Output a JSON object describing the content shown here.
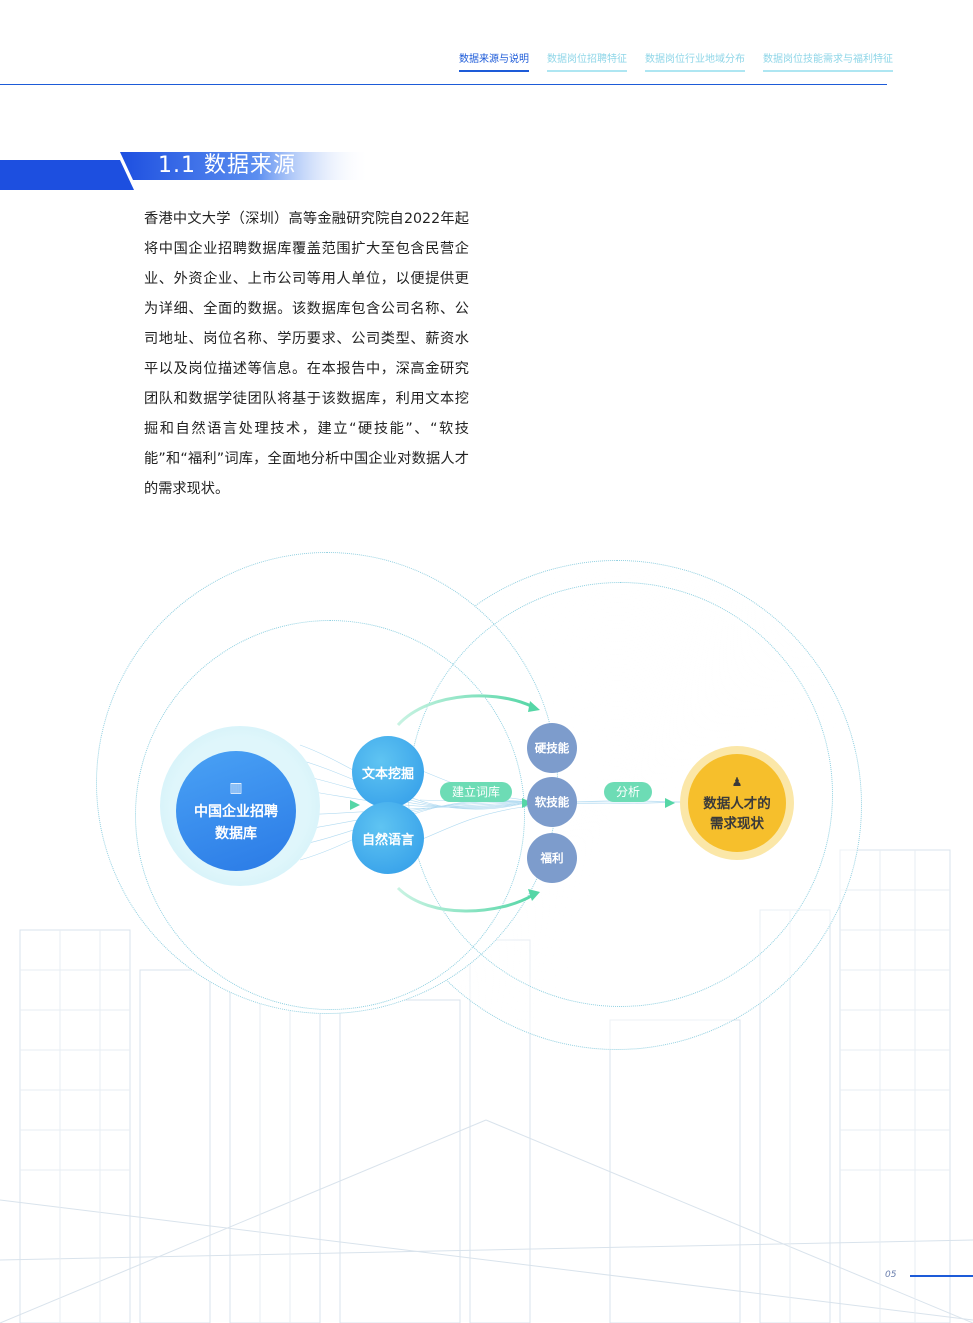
{
  "nav": {
    "tabs": [
      {
        "label": "数据来源与说明",
        "active": true
      },
      {
        "label": "数据岗位招聘特征",
        "active": false
      },
      {
        "label": "数据岗位行业地域分布",
        "active": false
      },
      {
        "label": "数据岗位技能需求与福利特征",
        "active": false
      }
    ]
  },
  "section": {
    "title": "1.1 数据来源"
  },
  "body": {
    "paragraph": "香港中文大学（深圳）高等金融研究院自2022年起将中国企业招聘数据库覆盖范围扩大至包含民营企业、外资企业、上市公司等用人单位，以便提供更为详细、全面的数据。该数据库包含公司名称、公司地址、岗位名称、学历要求、公司类型、薪资水平以及岗位描述等信息。在本报告中，深高金研究团队和数据学徒团队将基于该数据库，利用文本挖掘和自然语言处理技术，建立“硬技能”、“软技能”和“福利”词库，全面地分析中国企业对数据人才的需求现状。"
  },
  "diagram": {
    "source": {
      "line1": "中国企业招聘",
      "line2": "数据库",
      "icon": "building-icon"
    },
    "methods": [
      "文本挖掘",
      "自然语言"
    ],
    "step1": "建立词库",
    "skills": [
      "硬技能",
      "软技能",
      "福利"
    ],
    "step2": "分析",
    "target": {
      "line1": "数据人才的",
      "line2": "需求现状",
      "icon": "person-location-icon"
    },
    "colors": {
      "blue": "#2a7ae6",
      "green": "#6ddcb5",
      "gray_blue": "#7d9ccc",
      "gold": "#f6bf2c"
    }
  },
  "footer": {
    "page_number": "05"
  }
}
